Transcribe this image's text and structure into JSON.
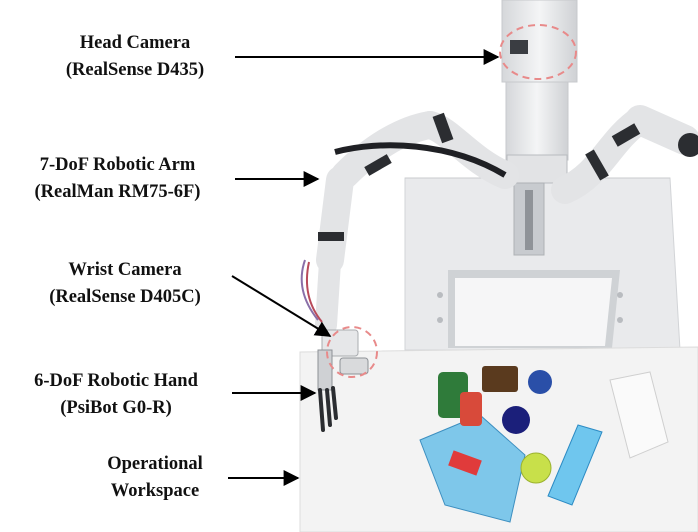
{
  "labels": {
    "head_camera": {
      "line1": "Head Camera",
      "line2": "(RealSense D435)"
    },
    "robotic_arm": {
      "line1": "7-DoF Robotic Arm",
      "line2": "(RealMan RM75-6F)"
    },
    "wrist_camera": {
      "line1": "Wrist Camera",
      "line2": "(RealSense D405C)"
    },
    "robotic_hand": {
      "line1": "6-DoF Robotic Hand",
      "line2": "(PsiBot G0-R)"
    },
    "workspace": {
      "line1": "Operational",
      "line2": "Workspace"
    }
  },
  "colors": {
    "arrow": "#000000",
    "highlight_circle": "#e88a8a",
    "robot_white": "#e6e7e9",
    "table": "#f2f2f2"
  }
}
